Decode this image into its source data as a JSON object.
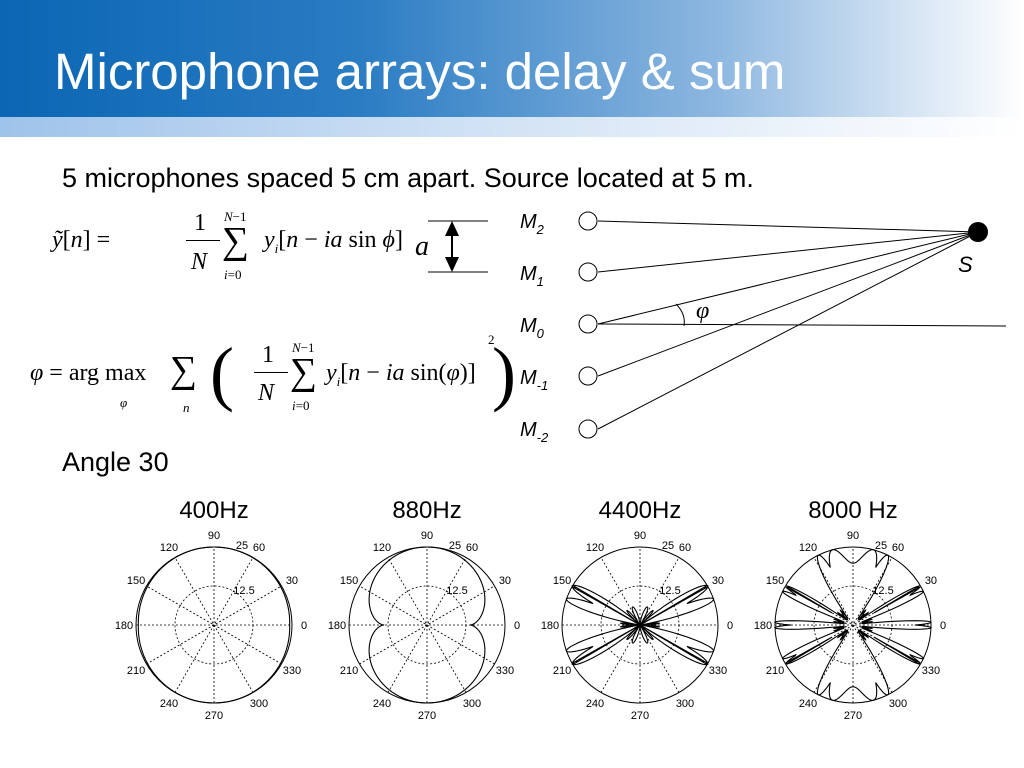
{
  "title": "Microphone arrays: delay & sum",
  "subtitle": "5 microphones spaced 5 cm apart. Source located at 5 m.",
  "angle_label": "Angle 30",
  "diagram": {
    "spacing_symbol": "a",
    "angle_symbol": "φ",
    "source_label": "S",
    "mics": [
      {
        "base": "M",
        "sub": "2"
      },
      {
        "base": "M",
        "sub": "1"
      },
      {
        "base": "M",
        "sub": "0"
      },
      {
        "base": "M",
        "sub": "-1"
      },
      {
        "base": "M",
        "sub": "-2"
      }
    ]
  },
  "colors": {
    "title_bar": "#0b66b3",
    "title_text": "#ffffff"
  },
  "chart_data": [
    {
      "type": "polar",
      "title": "400Hz",
      "angle_ticks": [
        "0",
        "30",
        "60",
        "90",
        "120",
        "150",
        "180",
        "210",
        "240",
        "270",
        "300",
        "330"
      ],
      "radial_ticks": [
        "12.5",
        "25"
      ],
      "rlim": [
        0,
        25
      ],
      "pattern": {
        "shape": "omni",
        "note": "nearly circular response"
      }
    },
    {
      "type": "polar",
      "title": "880Hz",
      "angle_ticks": [
        "0",
        "30",
        "60",
        "90",
        "120",
        "150",
        "180",
        "210",
        "240",
        "270",
        "300",
        "330"
      ],
      "radial_ticks": [
        "12.5",
        "25"
      ],
      "rlim": [
        0,
        25
      ],
      "pattern": {
        "shape": "broad",
        "note": "wide lobe, minima near 0 and 180"
      }
    },
    {
      "type": "polar",
      "title": "4400Hz",
      "angle_ticks": [
        "0",
        "30",
        "60",
        "90",
        "120",
        "150",
        "180",
        "210",
        "240",
        "270",
        "300",
        "330"
      ],
      "radial_ticks": [
        "12.5",
        "25"
      ],
      "rlim": [
        0,
        25
      ],
      "pattern": {
        "shape": "multi-lobe",
        "main_lobes_deg": [
          30,
          150,
          210,
          330
        ]
      }
    },
    {
      "type": "polar",
      "title": "8000 Hz",
      "angle_ticks": [
        "0",
        "30",
        "60",
        "90",
        "120",
        "150",
        "180",
        "210",
        "240",
        "270",
        "300",
        "330"
      ],
      "radial_ticks": [
        "12.5",
        "25"
      ],
      "rlim": [
        0,
        25
      ],
      "pattern": {
        "shape": "narrow-lobes",
        "main_lobes_deg": [
          30,
          150,
          210,
          330
        ]
      }
    }
  ]
}
